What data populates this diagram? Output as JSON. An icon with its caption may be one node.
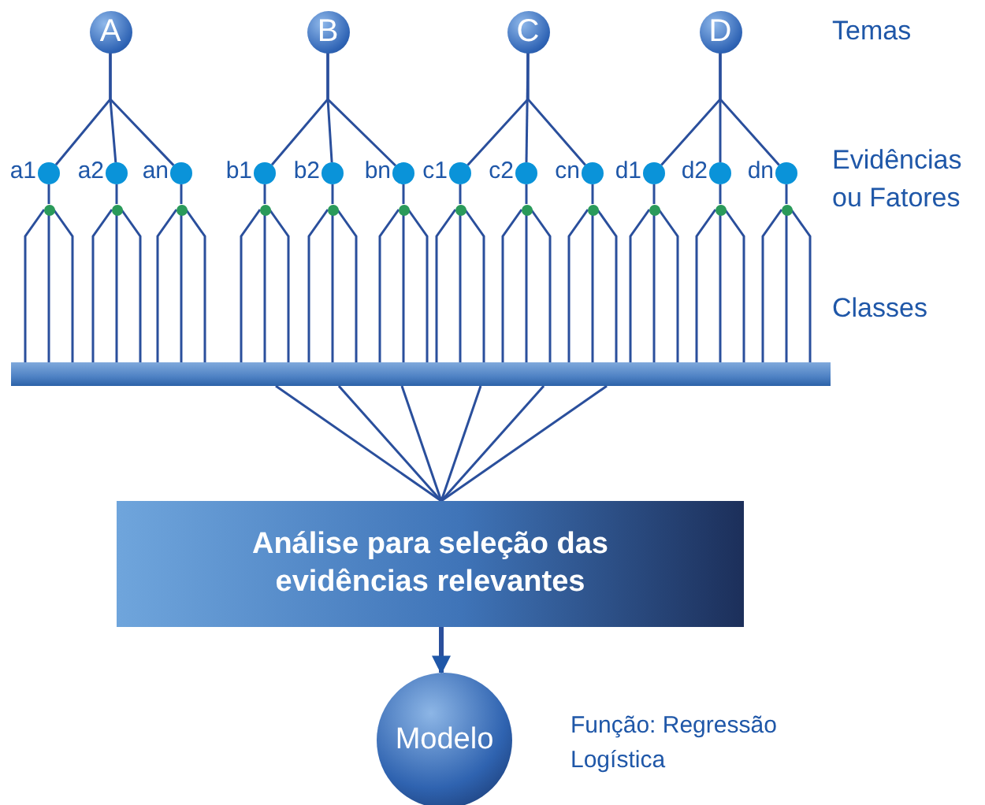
{
  "diagram": {
    "nodes": [
      {
        "text": [
          "A"
        ]
      },
      {
        "text": [
          "B"
        ]
      },
      {
        "text": [
          "C"
        ]
      },
      {
        "text": [
          "D"
        ]
      },
      {
        "text": [],
        "shape": "circle",
        "beside": [
          "a1"
        ]
      },
      {
        "text": [],
        "shape": "circle",
        "beside": [
          "a2"
        ]
      },
      {
        "text": [],
        "shape": "circle",
        "beside": [
          "an"
        ]
      },
      {
        "text": [],
        "shape": "circle",
        "beside": [
          "b1"
        ]
      },
      {
        "text": [],
        "shape": "circle",
        "beside": [
          "b2"
        ]
      },
      {
        "text": [],
        "shape": "circle",
        "beside": [
          "bn"
        ]
      },
      {
        "text": [],
        "shape": "circle",
        "beside": [
          "c1"
        ]
      },
      {
        "text": [],
        "shape": "circle",
        "beside": [
          "c2"
        ]
      },
      {
        "text": [],
        "shape": "circle",
        "beside": [
          "cn"
        ]
      },
      {
        "text": [],
        "shape": "circle",
        "beside": [
          "d1"
        ]
      },
      {
        "text": [],
        "shape": "circle",
        "beside": [
          "d2"
        ]
      },
      {
        "text": [],
        "shape": "circle",
        "beside": [
          "dn"
        ]
      },
      {
        "text": [],
        "shape": "circle"
      },
      {
        "text": [],
        "shape": "circle"
      },
      {
        "text": [],
        "shape": "circle"
      },
      {
        "text": [],
        "shape": "circle"
      },
      {
        "text": [],
        "shape": "circle"
      },
      {
        "text": [],
        "shape": "circle"
      },
      {
        "text": [],
        "shape": "circle"
      },
      {
        "text": [],
        "shape": "circle"
      },
      {
        "text": [],
        "shape": "circle"
      },
      {
        "text": [],
        "shape": "circle"
      },
      {
        "text": [],
        "shape": "circle"
      },
      {
        "text": [],
        "shape": "circle"
      },
      {
        "text": [],
        "shape": "bar"
      },
      {
        "text": [
          "Análise para seleção das evidências relevantes"
        ]
      },
      {
        "text": [
          "Modelo"
        ]
      }
    ],
    "edges": [
      {
        "from": 0,
        "to": 4,
        "arrow": "none"
      },
      {
        "from": 0,
        "to": 5,
        "arrow": "none"
      },
      {
        "from": 0,
        "to": 6,
        "arrow": "none"
      },
      {
        "from": 1,
        "to": 7,
        "arrow": "none"
      },
      {
        "from": 1,
        "to": 8,
        "arrow": "none"
      },
      {
        "from": 1,
        "to": 9,
        "arrow": "none"
      },
      {
        "from": 2,
        "to": 10,
        "arrow": "none"
      },
      {
        "from": 2,
        "to": 11,
        "arrow": "none"
      },
      {
        "from": 2,
        "to": 12,
        "arrow": "none"
      },
      {
        "from": 3,
        "to": 13,
        "arrow": "none"
      },
      {
        "from": 3,
        "to": 14,
        "arrow": "none"
      },
      {
        "from": 3,
        "to": 15,
        "arrow": "none"
      },
      {
        "from": 4,
        "to": 16,
        "arrow": "none"
      },
      {
        "from": 5,
        "to": 17,
        "arrow": "none"
      },
      {
        "from": 6,
        "to": 18,
        "arrow": "none"
      },
      {
        "from": 7,
        "to": 19,
        "arrow": "none"
      },
      {
        "from": 8,
        "to": 20,
        "arrow": "none"
      },
      {
        "from": 9,
        "to": 21,
        "arrow": "none"
      },
      {
        "from": 10,
        "to": 22,
        "arrow": "none"
      },
      {
        "from": 11,
        "to": 23,
        "arrow": "none"
      },
      {
        "from": 12,
        "to": 24,
        "arrow": "none"
      },
      {
        "from": 13,
        "to": 25,
        "arrow": "none"
      },
      {
        "from": 14,
        "to": 26,
        "arrow": "none"
      },
      {
        "from": 15,
        "to": 27,
        "arrow": "none"
      },
      {
        "from": 16,
        "to": 28,
        "arrow": "none"
      },
      {
        "from": 16,
        "to": 28,
        "arrow": "none"
      },
      {
        "from": 16,
        "to": 28,
        "arrow": "none"
      },
      {
        "from": 17,
        "to": 28,
        "arrow": "none"
      },
      {
        "from": 17,
        "to": 28,
        "arrow": "none"
      },
      {
        "from": 17,
        "to": 28,
        "arrow": "none"
      },
      {
        "from": 18,
        "to": 28,
        "arrow": "none"
      },
      {
        "from": 18,
        "to": 28,
        "arrow": "none"
      },
      {
        "from": 18,
        "to": 28,
        "arrow": "none"
      },
      {
        "from": 19,
        "to": 28,
        "arrow": "none"
      },
      {
        "from": 19,
        "to": 28,
        "arrow": "none"
      },
      {
        "from": 19,
        "to": 28,
        "arrow": "none"
      },
      {
        "from": 20,
        "to": 28,
        "arrow": "none"
      },
      {
        "from": 20,
        "to": 28,
        "arrow": "none"
      },
      {
        "from": 20,
        "to": 28,
        "arrow": "none"
      },
      {
        "from": 21,
        "to": 28,
        "arrow": "none"
      },
      {
        "from": 21,
        "to": 28,
        "arrow": "none"
      },
      {
        "from": 21,
        "to": 28,
        "arrow": "none"
      },
      {
        "from": 22,
        "to": 28,
        "arrow": "none"
      },
      {
        "from": 22,
        "to": 28,
        "arrow": "none"
      },
      {
        "from": 22,
        "to": 28,
        "arrow": "none"
      },
      {
        "from": 23,
        "to": 28,
        "arrow": "none"
      },
      {
        "from": 23,
        "to": 28,
        "arrow": "none"
      },
      {
        "from": 23,
        "to": 28,
        "arrow": "none"
      },
      {
        "from": 24,
        "to": 28,
        "arrow": "none"
      },
      {
        "from": 24,
        "to": 28,
        "arrow": "none"
      },
      {
        "from": 24,
        "to": 28,
        "arrow": "none"
      },
      {
        "from": 25,
        "to": 28,
        "arrow": "none"
      },
      {
        "from": 25,
        "to": 28,
        "arrow": "none"
      },
      {
        "from": 25,
        "to": 28,
        "arrow": "none"
      },
      {
        "from": 26,
        "to": 28,
        "arrow": "none"
      },
      {
        "from": 26,
        "to": 28,
        "arrow": "none"
      },
      {
        "from": 26,
        "to": 28,
        "arrow": "none"
      },
      {
        "from": 27,
        "to": 28,
        "arrow": "none"
      },
      {
        "from": 27,
        "to": 28,
        "arrow": "none"
      },
      {
        "from": 27,
        "to": 28,
        "arrow": "none"
      },
      {
        "from": 28,
        "to": 29,
        "arrow": "none"
      },
      {
        "from": 28,
        "to": 29,
        "arrow": "none"
      },
      {
        "from": 28,
        "to": 29,
        "arrow": "none"
      },
      {
        "from": 28,
        "to": 29,
        "arrow": "none"
      },
      {
        "from": 28,
        "to": 29,
        "arrow": "none"
      },
      {
        "from": 28,
        "to": 29,
        "arrow": "none"
      },
      {
        "from": 29,
        "to": 30,
        "arrow": "to",
        "style": "thick"
      }
    ],
    "labels": [
      "Temas",
      "Evidências ou Fatores",
      "Classes",
      "Função: Regressão Logística"
    ]
  }
}
